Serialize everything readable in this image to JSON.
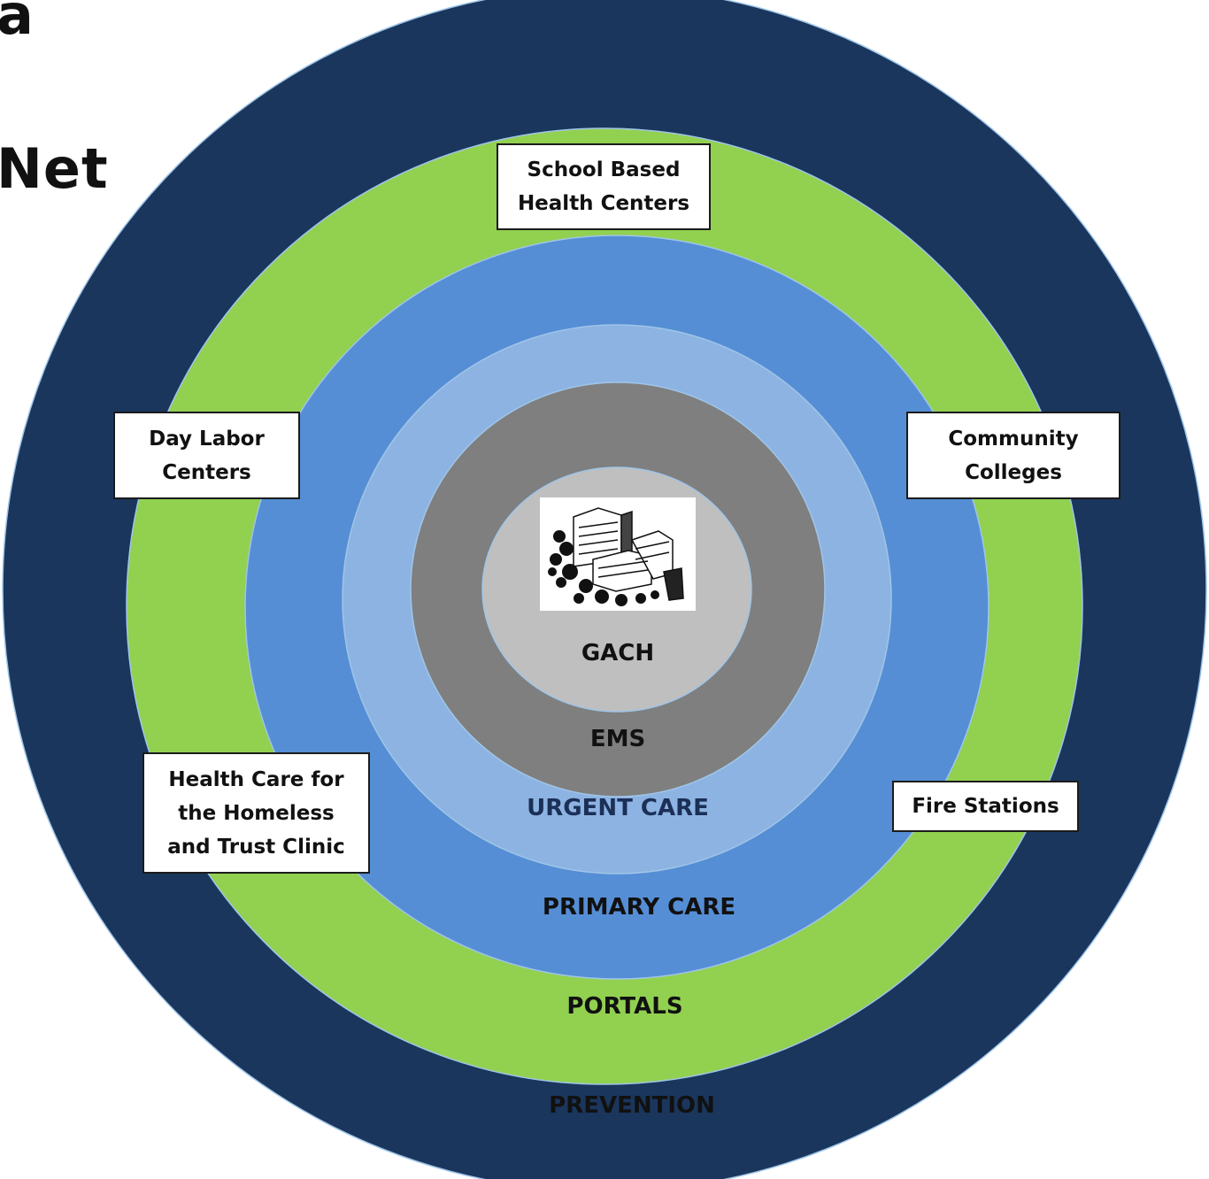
{
  "title": {
    "line1": "a",
    "line2": "Net"
  },
  "rings": [
    {
      "key": "prevention",
      "label": "PREVENTION",
      "color": "#1b365d",
      "text_color": "#111111"
    },
    {
      "key": "portals",
      "label": "PORTALS",
      "color": "#92d050",
      "text_color": "#111111"
    },
    {
      "key": "primary_care",
      "label": "PRIMARY CARE",
      "color": "#558ed5",
      "text_color": "#111111"
    },
    {
      "key": "urgent_care",
      "label": "URGENT CARE",
      "color": "#8db3e2",
      "text_color": "#1b2f57"
    },
    {
      "key": "ems",
      "label": "EMS",
      "color": "#7f7f7f",
      "text_color": "#111111"
    },
    {
      "key": "gach",
      "label": "GACH",
      "color": "#bfbfbf",
      "text_color": "#111111"
    }
  ],
  "callouts": [
    {
      "key": "school",
      "text": "School Based\nHealth Centers"
    },
    {
      "key": "day_labor",
      "text": "Day Labor\nCenters"
    },
    {
      "key": "community",
      "text": "Community\nColleges"
    },
    {
      "key": "homeless",
      "text": "Health Care for\nthe Homeless\nand Trust Clinic"
    },
    {
      "key": "fire",
      "text": "Fire Stations"
    }
  ],
  "colors": {
    "background": "#ffffff",
    "callout_border": "#1b1b1b",
    "ring_outline": "#9fc5e8"
  },
  "center_image": "hospital-building-icon"
}
